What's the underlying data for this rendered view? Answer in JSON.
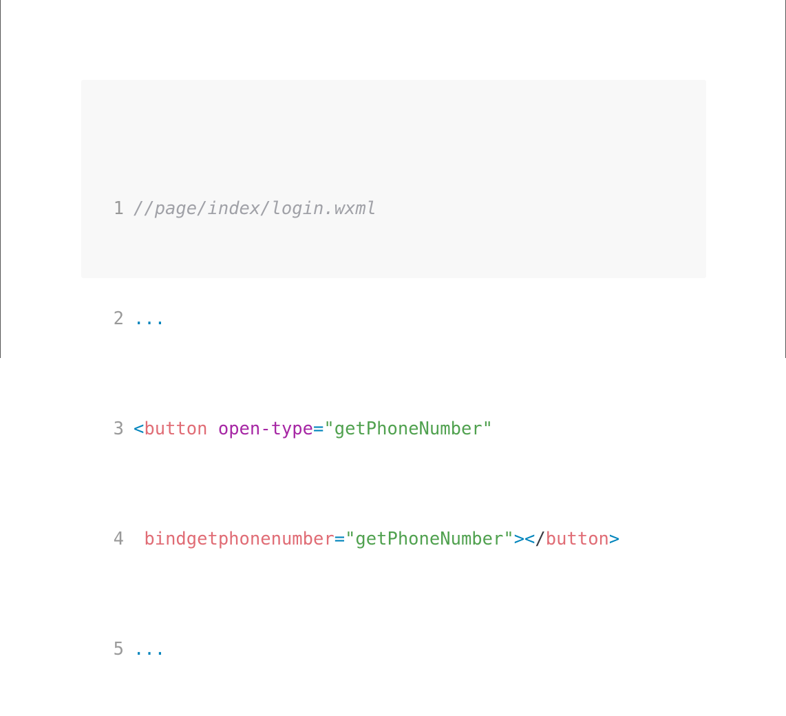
{
  "code": {
    "language": "wxml",
    "line_numbers": [
      "1",
      "2",
      "3",
      "4",
      "5"
    ],
    "line1": {
      "comment": "//page/index/login.wxml"
    },
    "line2": {
      "ellipsis": "..."
    },
    "line3": {
      "open_bracket": "<",
      "tag": "button",
      "space": " ",
      "attr_name": "open-type",
      "equals": "=",
      "attr_value": "\"getPhoneNumber\""
    },
    "line4": {
      "indent": " ",
      "attr_name": "bindgetphonenumber",
      "equals": "=",
      "attr_value": "\"getPhoneNumber\"",
      "close_open": "><",
      "slash": "/",
      "close_tag": "button",
      "close_bracket": ">"
    },
    "line5": {
      "ellipsis": "..."
    }
  },
  "colors": {
    "background": "#f8f8f8",
    "line_number": "#999999",
    "comment": "#a0a1a7",
    "punctuation": "#0184bc",
    "tag": "#e06c75",
    "attribute": "#a626a4",
    "string": "#50a14f"
  }
}
